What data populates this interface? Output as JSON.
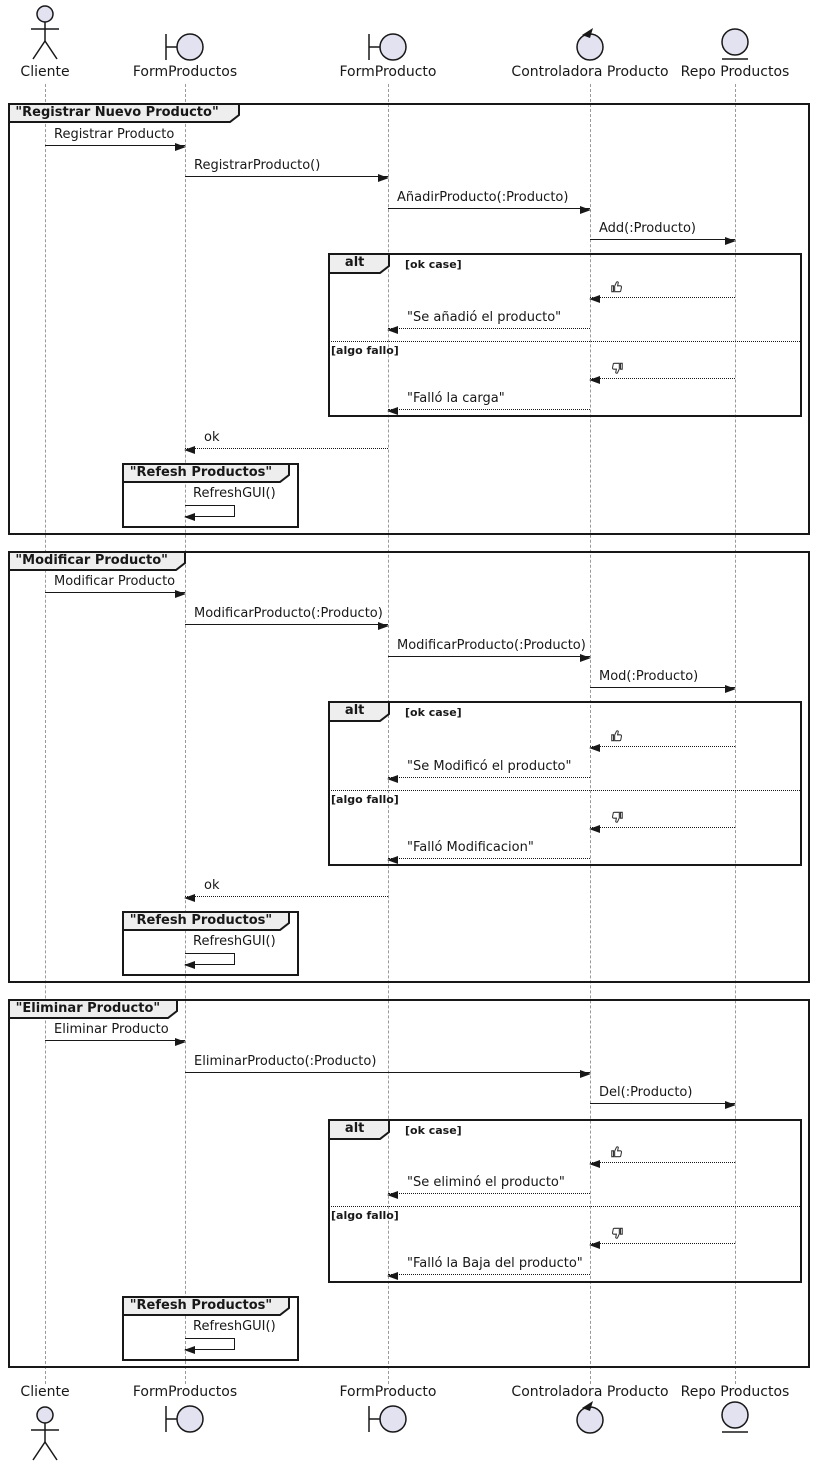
{
  "diagram": {
    "participants": [
      {
        "label": "Cliente",
        "type": "actor"
      },
      {
        "label": "FormProductos",
        "type": "boundary"
      },
      {
        "label": "FormProducto",
        "type": "boundary"
      },
      {
        "label": "Controladora Producto",
        "type": "control"
      },
      {
        "label": "Repo Productos",
        "type": "entity"
      }
    ],
    "frames": {
      "f1": {
        "title": "\"Registrar Nuevo Producto\"",
        "op": "alt",
        "cond_ok": "[ok case]",
        "cond_fail": "[algo fallo]",
        "m1": "Registrar Producto",
        "m2": "RegistrarProducto()",
        "m3": "AñadirProducto(:Producto)",
        "m4": "Add(:Producto)",
        "reply_ok": "\"Se añadió el producto\"",
        "reply_fail": "\"Falló la carga\"",
        "return_ok": "ok",
        "refresh_title": "\"Refesh Productos\"",
        "refresh_msg": "RefreshGUI()"
      },
      "f2": {
        "title": "\"Modificar Producto\"",
        "op": "alt",
        "cond_ok": "[ok case]",
        "cond_fail": "[algo fallo]",
        "m1": "Modificar Producto",
        "m2": "ModificarProducto(:Producto)",
        "m3": "ModificarProducto(:Producto)",
        "m4": "Mod(:Producto)",
        "reply_ok": "\"Se Modificó el producto\"",
        "reply_fail": "\"Falló Modificacion\"",
        "return_ok": "ok",
        "refresh_title": "\"Refesh Productos\"",
        "refresh_msg": "RefreshGUI()"
      },
      "f3": {
        "title": "\"Eliminar Producto\"",
        "op": "alt",
        "cond_ok": "[ok case]",
        "cond_fail": "[algo fallo]",
        "m1": "Eliminar Producto",
        "m2": "EliminarProducto(:Producto)",
        "m3": "Del(:Producto)",
        "reply_ok": "\"Se eliminó el producto\"",
        "reply_fail": "\"Falló la Baja del producto\"",
        "refresh_title": "\"Refesh Productos\"",
        "refresh_msg": "RefreshGUI()"
      }
    },
    "icon_colors": {
      "fill": "#E2E2F0",
      "stroke": "#181818"
    },
    "frame_colors": {
      "tab_bg": "#EEEEEE",
      "border": "#181818",
      "lifeline": "#9A9A9A"
    }
  }
}
